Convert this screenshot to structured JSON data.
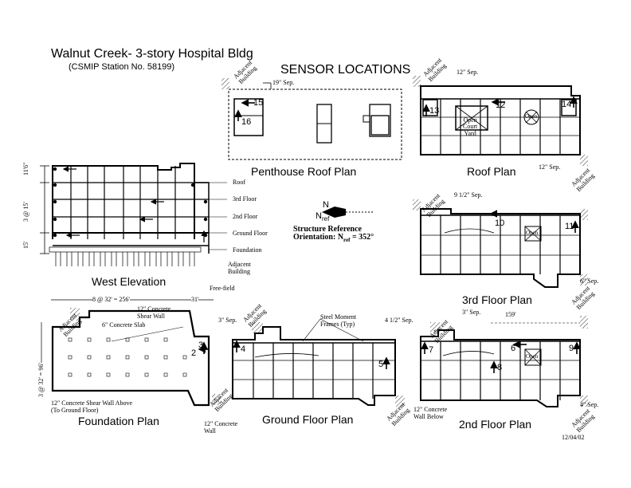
{
  "title": "Walnut Creek- 3-story Hospital Bldg",
  "station": "(CSMIP Station No. 58199)",
  "heading": "SENSOR LOCATIONS",
  "date": "12/04/02",
  "plans": {
    "penthouse": "Penthouse Roof Plan",
    "roof": "Roof Plan",
    "west": "West Elevation",
    "third": "3rd Floor Plan",
    "foundation": "Foundation Plan",
    "ground": "Ground Floor Plan",
    "second": "2nd Floor Plan"
  },
  "floors": [
    "Roof",
    "3rd Floor",
    "2nd Floor",
    "Ground Floor",
    "Foundation"
  ],
  "elev_dims": [
    "11'6\"",
    "3 @ 15'",
    "15'"
  ],
  "orientation": {
    "north": "N",
    "nref": "N",
    "nref_sub": "ref",
    "line1": "Structure Reference",
    "line2a": "Orientation: N",
    "line2b": "= 352°"
  },
  "notes": {
    "adj": "Adjacent Building",
    "adj1": "Adjacent",
    "adj2": "Building",
    "sep19": "19\" Sep.",
    "sep12a": "12\" Sep.",
    "sep12b": "12\" Sep.",
    "sep9": "9 1/2\" Sep.",
    "sep6": "6\" Sep.",
    "sep3a": "3\" Sep.",
    "sep3b": "3\" Sep.",
    "sep45": "4 1/2\" Sep.",
    "sep4": "4\" Sep.",
    "openCourt1": "Open",
    "openCourt2": "Court",
    "openCourt3": "Yard",
    "open": "Open",
    "freefield": "Free-field",
    "dimLong": "8 @ 32' = 256'",
    "dim31": "31'",
    "dimV": "3 @ 32' = 96'",
    "dim159": "159'",
    "shear12a": "12\" Concrete",
    "shear12b": "Shear Wall",
    "slab": "6\" Concrete Slab",
    "shearAbove1": "12\" Concrete Shear Wall Above",
    "shearAbove2": "(To Ground Floor)",
    "wall12a": "12\" Concrete",
    "wall12b": "Wall",
    "steel1": "Steel Moment",
    "steel2": "Frames (Typ)",
    "wallBelow1": "12\" Concrete",
    "wallBelow2": "Wall Below"
  },
  "sensors": [
    "15",
    "16",
    "13",
    "12",
    "14",
    "10",
    "11",
    "2",
    "3",
    "4",
    "5",
    "7",
    "6",
    "8",
    "9"
  ]
}
